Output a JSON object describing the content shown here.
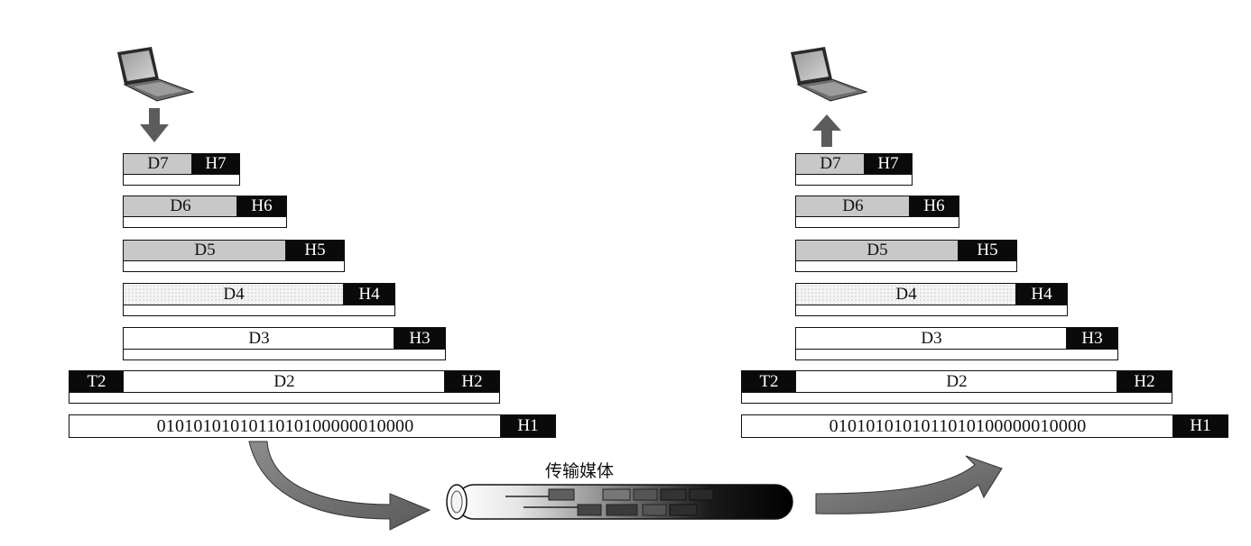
{
  "medium_label": "传输媒体",
  "stacks": [
    {
      "side": "sender",
      "layers": [
        {
          "data": "D7",
          "header": "H7"
        },
        {
          "data": "D6",
          "header": "H6"
        },
        {
          "data": "D5",
          "header": "H5"
        },
        {
          "data": "D4",
          "header": "H4"
        },
        {
          "data": "D3",
          "header": "H3"
        },
        {
          "trailer": "T2",
          "data": "D2",
          "header": "H2"
        },
        {
          "bits": "0101010101011010100000010000",
          "header": "H1"
        }
      ]
    },
    {
      "side": "receiver",
      "layers": [
        {
          "data": "D7",
          "header": "H7"
        },
        {
          "data": "D6",
          "header": "H6"
        },
        {
          "data": "D5",
          "header": "H5"
        },
        {
          "data": "D4",
          "header": "H4"
        },
        {
          "data": "D3",
          "header": "H3"
        },
        {
          "trailer": "T2",
          "data": "D2",
          "header": "H2"
        },
        {
          "bits": "0101010101011010100000010000",
          "header": "H1"
        }
      ]
    }
  ]
}
